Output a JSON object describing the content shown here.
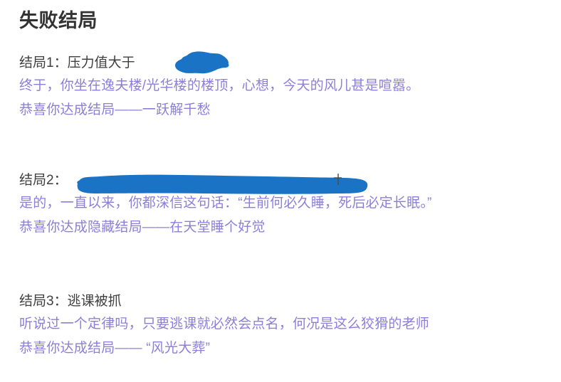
{
  "document": {
    "title": "失败结局",
    "title_color": "#333333",
    "body_text_color": "#8c7fd9",
    "label_text_color": "#3f3f3f",
    "redaction_color": "#1a73c4",
    "background_color": "#ffffff"
  },
  "endings": [
    {
      "label": "结局1：压力值大于",
      "redacted": true,
      "redaction_kind": "blob",
      "lines": [
        "终于，你坐在逸夫楼/光华楼的楼顶，心想，今天的风儿甚是喧嚣。",
        "恭喜你达成结局——一跃解千愁"
      ]
    },
    {
      "label": "结局2：",
      "redacted": true,
      "redaction_kind": "bar",
      "lines": [
        "是的，一直以来，你都深信这句话：“生前何必久睡，死后必定长眠。”",
        "恭喜你达成隐藏结局——在天堂睡个好觉"
      ]
    },
    {
      "label": "结局3：逃课被抓",
      "redacted": false,
      "redaction_kind": "none",
      "lines": [
        "听说过一个定律吗，只要逃课就必然会点名，何况是这么狡猾的老师",
        "恭喜你达成结局—— “风光大葬”"
      ]
    }
  ]
}
